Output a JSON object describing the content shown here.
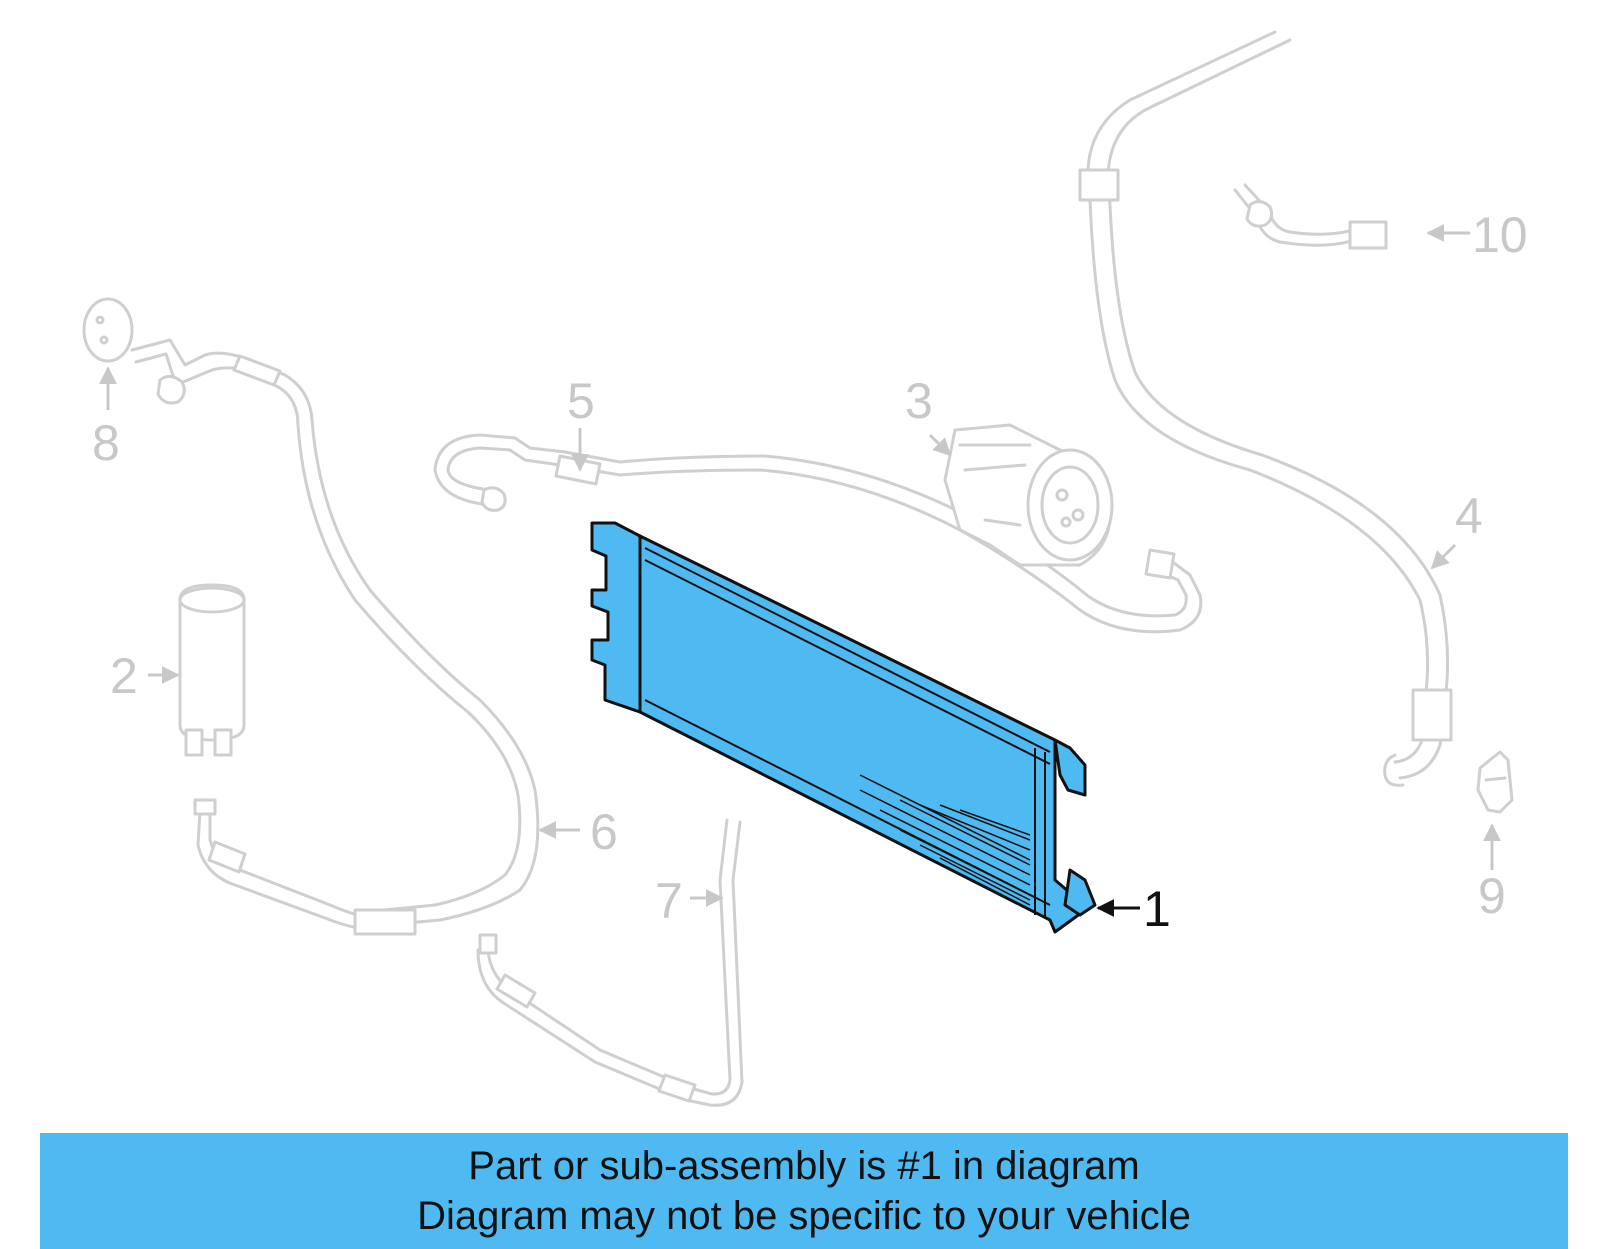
{
  "diagram": {
    "highlight_color": "#4fbaf2",
    "ghost_color": "#cfcfcf",
    "callouts": [
      {
        "id": "1",
        "label": "1",
        "highlighted": true
      },
      {
        "id": "2",
        "label": "2"
      },
      {
        "id": "3",
        "label": "3"
      },
      {
        "id": "4",
        "label": "4"
      },
      {
        "id": "5",
        "label": "5"
      },
      {
        "id": "6",
        "label": "6"
      },
      {
        "id": "7",
        "label": "7"
      },
      {
        "id": "8",
        "label": "8"
      },
      {
        "id": "9",
        "label": "9"
      },
      {
        "id": "10",
        "label": "10"
      }
    ]
  },
  "banner": {
    "line1": "Part or sub-assembly is #1 in diagram",
    "line2": "Diagram may not be specific to your vehicle",
    "background": "#4fbaf2"
  }
}
